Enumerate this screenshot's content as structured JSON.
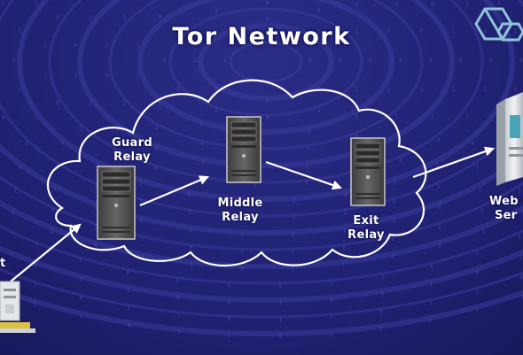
{
  "title": "Tor Network",
  "nodes": {
    "client": {
      "label": "t"
    },
    "guard": {
      "line1": "Guard",
      "line2": "Relay"
    },
    "middle": {
      "line1": "Middle",
      "line2": "Relay"
    },
    "exit": {
      "line1": "Exit",
      "line2": "Relay"
    },
    "web_server": {
      "line1": "Web",
      "line2": "Ser"
    }
  },
  "logo": {
    "icon": "hexagon-cube-logo"
  },
  "colors": {
    "background": "#1e1f6e",
    "rings": "#3a3c9a",
    "binary_text": "#5b5fc4",
    "cloud": "#ffffff",
    "arrow": "#ffffff",
    "server_body": "#5c5c5c",
    "logo": "#8fc3da"
  }
}
